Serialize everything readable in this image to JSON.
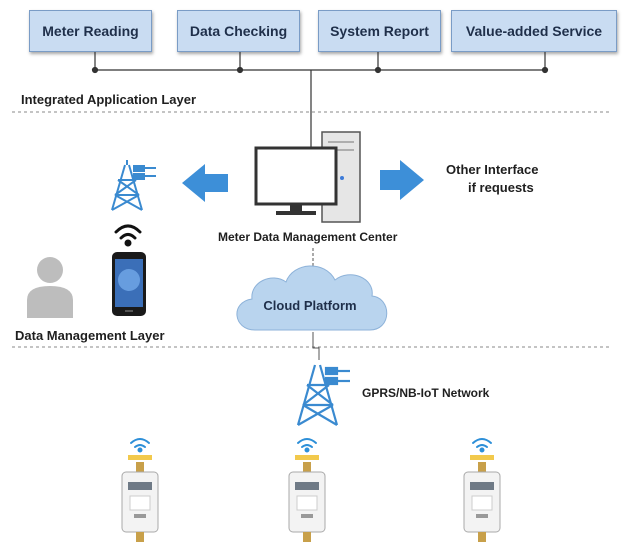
{
  "application_layer": {
    "boxes": [
      {
        "label": "Meter Reading"
      },
      {
        "label": "Data Checking"
      },
      {
        "label": "System Report"
      },
      {
        "label": "Value-added Service"
      }
    ],
    "layer_label": "Integrated Application Layer"
  },
  "management_center": {
    "label": "Meter Data Management Center",
    "other_interface_line1": "Other Interface",
    "other_interface_line2": "if requests"
  },
  "cloud": {
    "label": "Cloud Platform"
  },
  "data_layer": {
    "layer_label": "Data Management Layer"
  },
  "network": {
    "label": "GPRS/NB-IoT Network"
  },
  "colors": {
    "box_fill": "#c9dcf2",
    "arrow_blue": "#3d8fd8",
    "cloud_fill": "#b9d4ee"
  }
}
